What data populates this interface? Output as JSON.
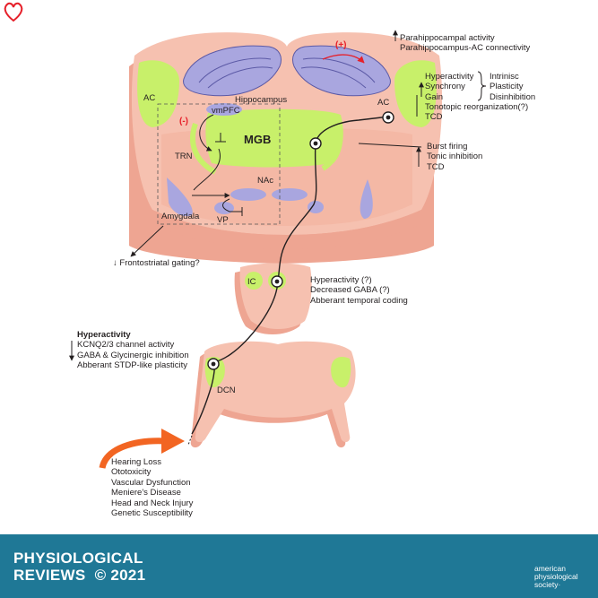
{
  "diagram": {
    "colors": {
      "tissue": "#f6c1b0",
      "tissue_side": "#eea592",
      "green": "#c8f06a",
      "blue": "#a9a6df",
      "red": "#e6202a",
      "arrow": "#f26522",
      "footer": "#1f7896"
    },
    "labels": {
      "plus": "(+)",
      "minus": "(-)",
      "hippocampus": "Hippocampus",
      "vmpfc": "vmPFC",
      "ac_left": "AC",
      "ac_right": "AC",
      "mgb": "MGB",
      "trn": "TRN",
      "nac": "NAc",
      "vp": "VP",
      "amygdala": "Amygdala",
      "ic": "IC",
      "dcn": "DCN"
    },
    "cortex_notes": [
      "Parahippocampal activity",
      "Parahippocampus-AC connectivity"
    ],
    "ac_changes_left": [
      "Hyperactivity",
      "Synchrony",
      "Gain"
    ],
    "ac_changes_right": [
      "Intrinisc",
      "Plasticity",
      "Disinhibition"
    ],
    "ac_extra": [
      "Tonotopic reorganization(?)",
      "TCD"
    ],
    "mgb_notes": [
      "Burst firing",
      "Tonic inhibition",
      "TCD"
    ],
    "frontostriatal": "↓ Frontostriatal gating?",
    "ic_notes": [
      "Hyperactivity (?)",
      "Decreased GABA (?)",
      "Abberant temporal coding"
    ],
    "dcn_title": "Hyperactivity",
    "dcn_notes": [
      "KCNQ2/3 channel activity",
      "GABA & Glycinergic inhibition",
      "Abberant STDP-like plasticity"
    ],
    "causes": [
      "Hearing Loss",
      "Ototoxicity",
      "Vascular Dysfunction",
      "Meniere's Disease",
      "Head and Neck Injury",
      "Genetic Susceptibility"
    ]
  },
  "footer": {
    "journal_line1": "PHYSIOLOGICAL",
    "journal_line2": "REVIEWS",
    "copyright": "© 2021",
    "society_line1": "american",
    "society_line2": "physiological",
    "society_line3": "society·"
  }
}
